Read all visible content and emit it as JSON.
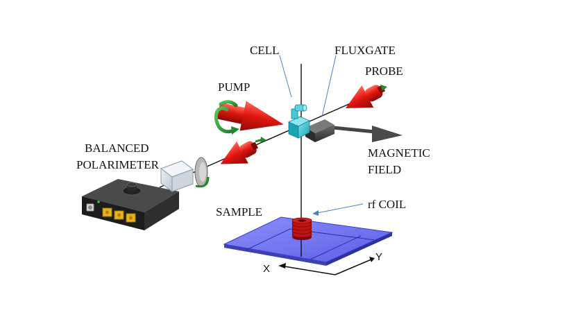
{
  "labels": {
    "cell": "CELL",
    "fluxgate": "FLUXGATE",
    "probe": "PROBE",
    "pump": "PUMP",
    "balanced_line1": "BALANCED",
    "balanced_line2": "POLARIMETER",
    "magnetic_line1": "MAGNETIC",
    "magnetic_line2": "FIELD",
    "sample": "SAMPLE",
    "rf_coil": "rf COIL"
  },
  "axes": {
    "x": "X",
    "y": "Y"
  },
  "colors": {
    "beam_red": "#e0150f",
    "cell_cyan": "#2cc3d2",
    "fluxgate_gray": "#3a3a3a",
    "sample_blue": "#6b6ff2",
    "coil_red": "#c01212",
    "annotation_line": "#4f7fc0",
    "polarimeter_body": "#1c1c1c",
    "connector_gold": "#e7b21d"
  }
}
